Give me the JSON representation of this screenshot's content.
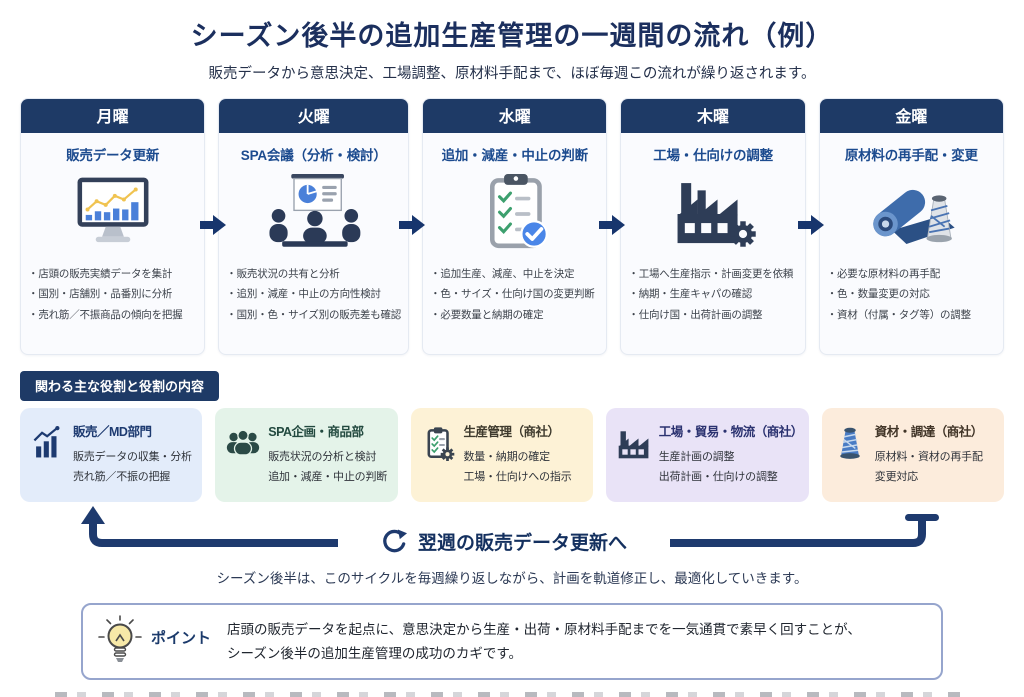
{
  "page": {
    "title": "シーズン後半の追加生産管理の一週間の流れ（例）",
    "subtitle": "販売データから意思決定、工場調整、原材料手配まで、ほぼ毎週この流れが繰り返されます。"
  },
  "days": [
    {
      "day": "月曜",
      "task": "販売データ更新",
      "icon": "monitor-sales-chart-icon",
      "bullets": [
        "店頭の販売実績データを集計",
        "国別・店舗別・品番別に分析",
        "売れ筋／不振商品の傾向を把握"
      ]
    },
    {
      "day": "火曜",
      "task": "SPA会議（分析・検討）",
      "icon": "meeting-presentation-icon",
      "bullets": [
        "販売状況の共有と分析",
        "追別・減産・中止の方向性検討",
        "国別・色・サイズ別の販売差も確認"
      ]
    },
    {
      "day": "水曜",
      "task": "追加・減産・中止の判断",
      "icon": "checklist-decision-icon",
      "bullets": [
        "追加生産、減産、中止を決定",
        "色・サイズ・仕向け国の変更判断",
        "必要数量と納期の確定"
      ]
    },
    {
      "day": "木曜",
      "task": "工場・仕向けの調整",
      "icon": "factory-gear-icon",
      "bullets": [
        "工場へ生産指示・計画変更を依頼",
        "納期・生産キャパの確認",
        "仕向け国・出荷計画の調整"
      ]
    },
    {
      "day": "金曜",
      "task": "原材料の再手配・変更",
      "icon": "fabric-roll-thread-icon",
      "bullets": [
        "必要な原材料の再手配",
        "色・数量変更の対応",
        "資材（付属・タグ等）の調整"
      ]
    }
  ],
  "roles_section": {
    "label": "関わる主な役割と役割の内容",
    "roles": [
      {
        "title": "販売／MD部門",
        "icon": "growth-chart-icon",
        "bg": "#e3ecfa",
        "lines": [
          "販売データの収集・分析",
          "売れ筋／不振の把握"
        ]
      },
      {
        "title": "SPA企画・商品部",
        "icon": "team-icon",
        "bg": "#e4f3e9",
        "lines": [
          "販売状況の分析と検討",
          "追加・減産・中止の判断"
        ]
      },
      {
        "title": "生産管理（商社）",
        "icon": "clipboard-gear-icon",
        "bg": "#fdf2d6",
        "lines": [
          "数量・納期の確定",
          "工場・仕向けへの指示"
        ]
      },
      {
        "title": "工場・貿易・物流（商社）",
        "icon": "factory-icon",
        "bg": "#e9e3f7",
        "lines": [
          "生産計画の調整",
          "出荷計画・仕向けの調整"
        ]
      },
      {
        "title": "資材・調達（商社）",
        "icon": "thread-cone-icon",
        "bg": "#fcecdc",
        "lines": [
          "原材料・資材の再手配",
          "変更対応"
        ]
      }
    ]
  },
  "cycle": {
    "label": "翌週の販売データ更新へ",
    "icon": "refresh-cycle-icon",
    "caption": "シーズン後半は、このサイクルを毎週繰り返しながら、計画を軌道修正し、最適化していきます。"
  },
  "point": {
    "label": "ポイント",
    "icon": "lightbulb-icon",
    "text_line1": "店頭の販売データを起点に、意思決定から生産・出荷・原材料手配までを一気通貫で素早く回すことが、",
    "text_line2": "シーズン後半の追加生産管理の成功のカギです。"
  },
  "colors": {
    "navy": "#1e3a66",
    "task_blue": "#1c4b8f",
    "chart_blue": "#4a80d9",
    "chart_yellow": "#f0c350",
    "check_green": "#3da06e",
    "loop_navy": "#1e3a6e",
    "point_border": "#96a5cd"
  }
}
